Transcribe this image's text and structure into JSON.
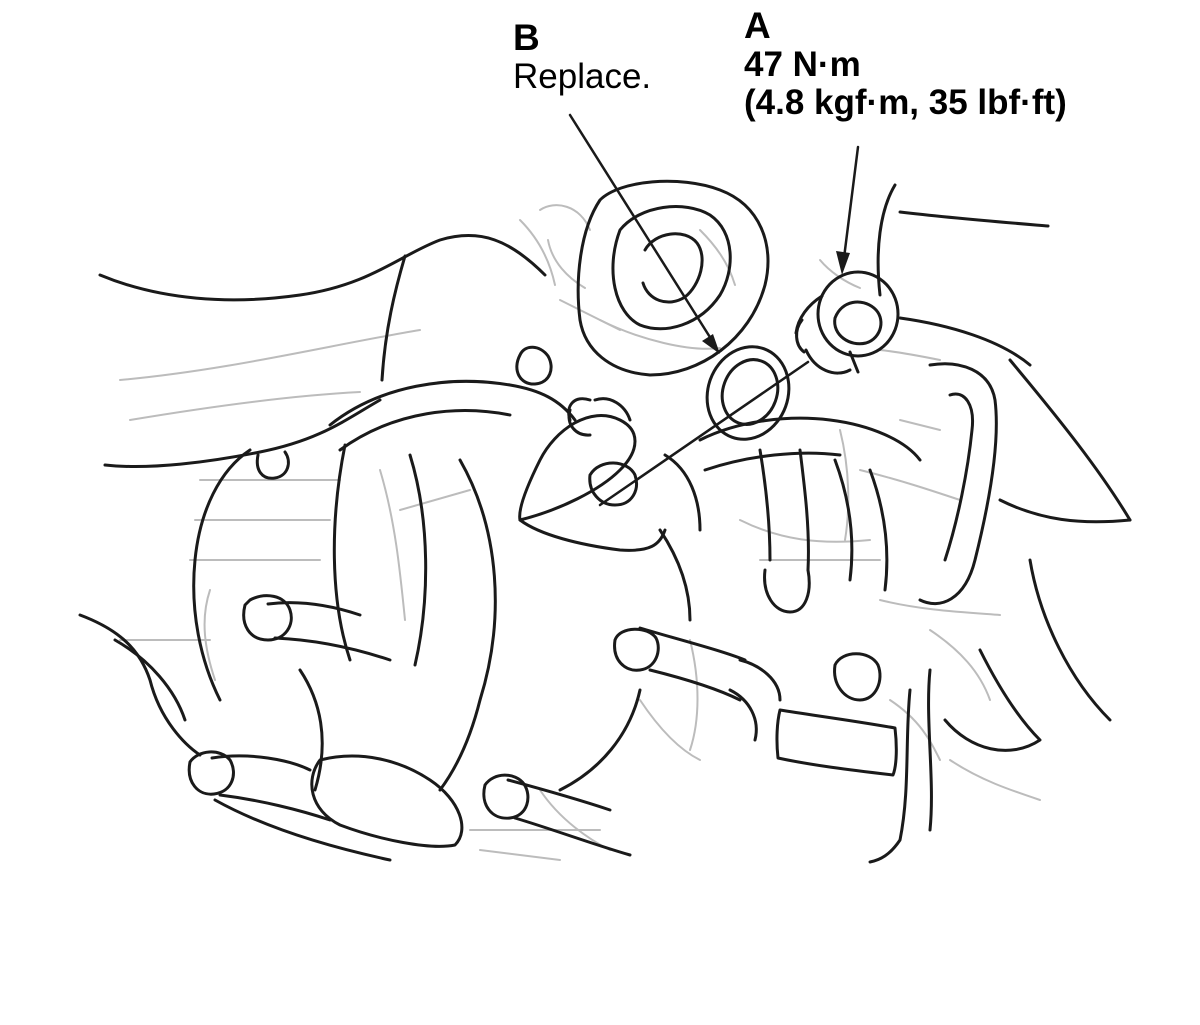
{
  "callouts": {
    "b": {
      "letter": "B",
      "note": "Replace."
    },
    "a": {
      "letter": "A",
      "torque_nm": "47 N·m",
      "torque_alt": "(4.8 kgf·m, 35 lbf·ft)"
    }
  },
  "colors": {
    "line_dark": "#1a1a1a",
    "line_light": "#bcbcbc",
    "background": "#ffffff"
  }
}
